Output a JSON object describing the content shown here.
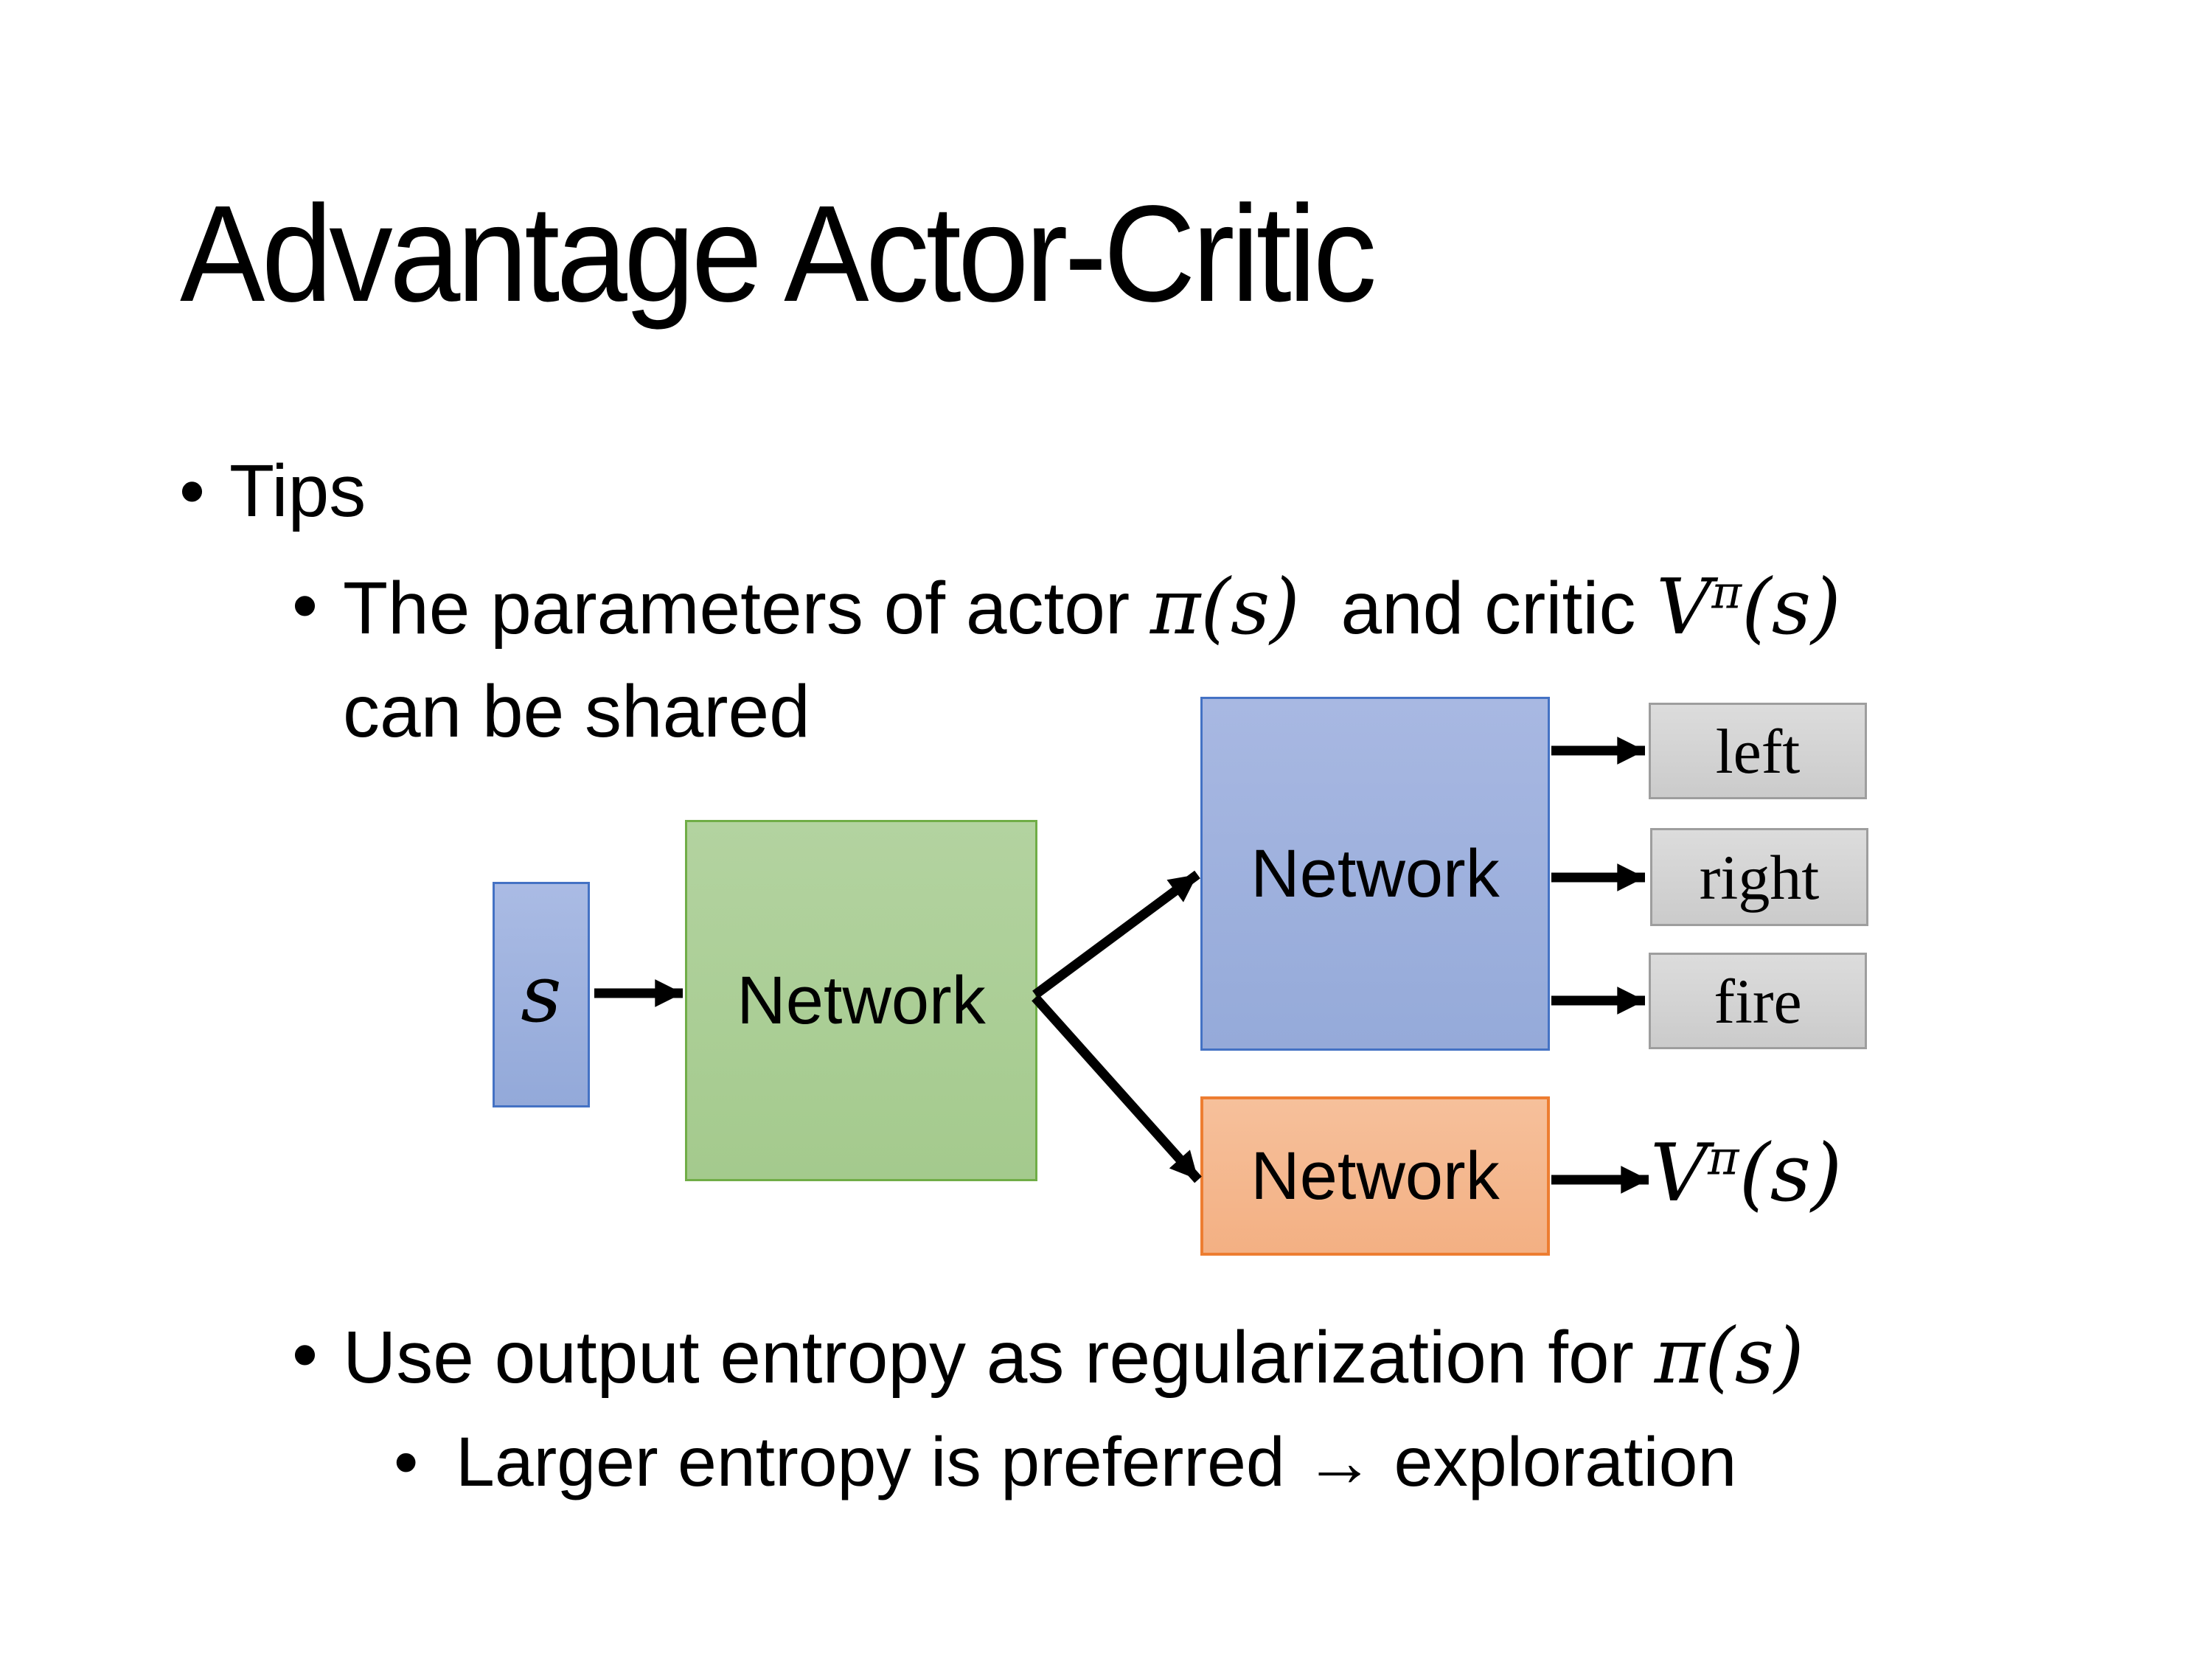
{
  "title": "Advantage Actor-Critic",
  "bullets": {
    "marker": "•",
    "tips": "Tips",
    "param_line1_text1": "The parameters of actor ",
    "param_line1_math1": "π(s)",
    "param_line1_text2": "  and critic ",
    "param_line1_v": "V",
    "param_line1_sup": "π",
    "param_line1_args": "(s)",
    "param_line2": "can be shared",
    "entropy_text": "Use output entropy as regularization for ",
    "entropy_math": "π(s)",
    "exploration_text": "Larger entropy is preferred → exploration"
  },
  "diagram": {
    "state_label": "s",
    "shared_network_label": "Network",
    "actor_network_label": "Network",
    "critic_network_label": "Network",
    "actions": [
      "left",
      "right",
      "fire"
    ],
    "value_v": "V",
    "value_sup": "π",
    "value_args": "(s)"
  },
  "colors": {
    "state_fill_top": "#aabbe4",
    "state_fill": "#93a9d9",
    "state_border": "#4472c4",
    "shared_fill_top": "#b3d3a0",
    "shared_fill": "#a4ca8d",
    "shared_border": "#70ad47",
    "actor_fill_top": "#a8b8e2",
    "actor_fill": "#95aad9",
    "actor_border": "#4472c4",
    "critic_fill_top": "#f6c09b",
    "critic_fill": "#f3b083",
    "critic_border": "#ed7d31",
    "action_fill_top": "#dcdcdc",
    "action_fill": "#cbcbcb",
    "action_border": "#9e9e9e",
    "arrow": "#000000"
  }
}
